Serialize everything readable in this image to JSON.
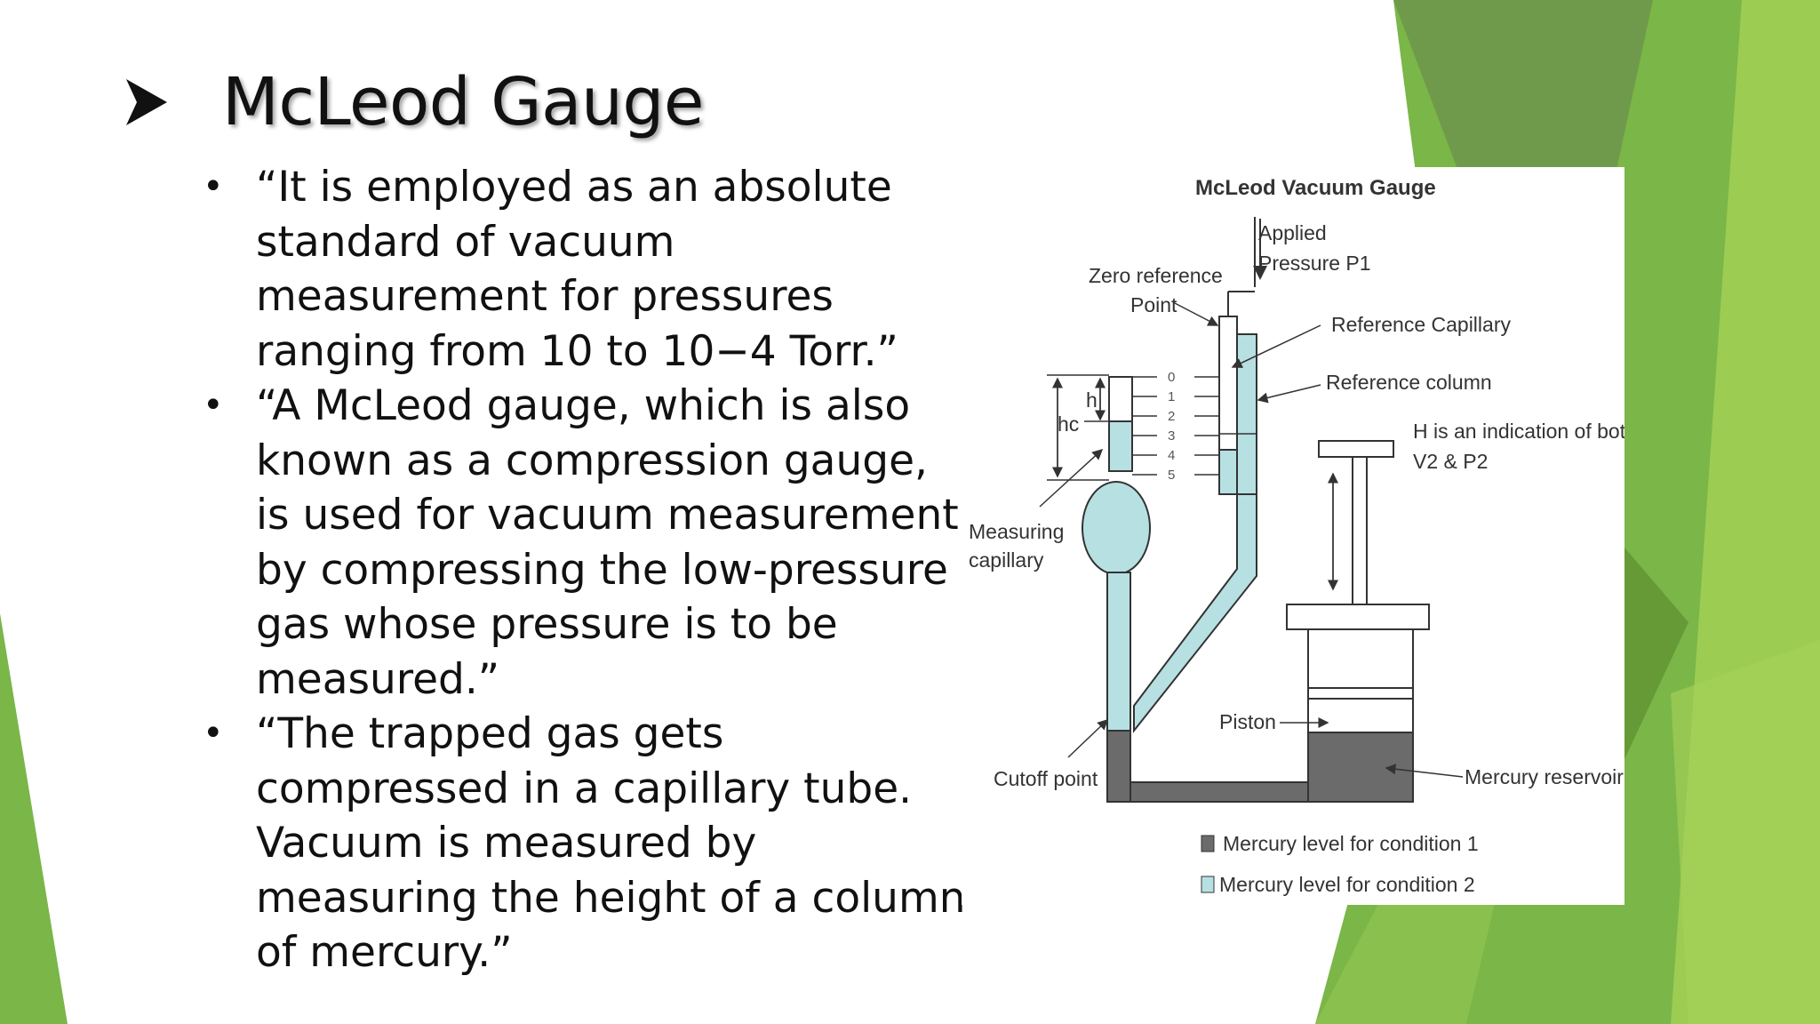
{
  "slide": {
    "title": "McLeod Gauge",
    "title_icon": "arrowhead-bullet-icon",
    "bullet_glyph": "•",
    "bullets": [
      "“It is employed as an absolute standard of vacuum measurement for pressures ranging from 10 to 10−4 Torr.”",
      "“A McLeod gauge, which is also known as a compression gauge, is used for vacuum measurement by compressing the low-pressure gas whose pressure is to be measured.”",
      "“The trapped gas gets compressed in a capillary tube. Vacuum is measured by measuring the height of a column of mercury.”"
    ]
  },
  "diagram": {
    "title": "McLeod Vacuum Gauge",
    "labels": {
      "applied_1": "Applied",
      "applied_2": "Pressure P1",
      "zero_1": "Zero reference",
      "zero_2": "Point",
      "ref_capillary": "Reference Capillary",
      "ref_column": "Reference column",
      "h_indication_1": "H is an indication of both",
      "h_indication_2": "V2 & P2",
      "hc": "hc",
      "h": "h",
      "measuring_1": "Measuring",
      "measuring_2": "capillary",
      "piston": "Piston",
      "cutoff": "Cutoff point",
      "reservoir": "Mercury reservoir"
    },
    "ticks": [
      "0",
      "1",
      "2",
      "3",
      "4",
      "5"
    ],
    "legend": [
      {
        "label": "Mercury level for condition 1",
        "color": "#6b6b6b"
      },
      {
        "label": "Mercury level for condition 2",
        "color": "#b7e0e3"
      }
    ]
  },
  "colors": {
    "green_dark": "#6f9a4b",
    "green_mid": "#7ab648",
    "green_light": "#9ccc52",
    "mercury": "#6b6b6b",
    "tube": "#b7e0e3"
  }
}
